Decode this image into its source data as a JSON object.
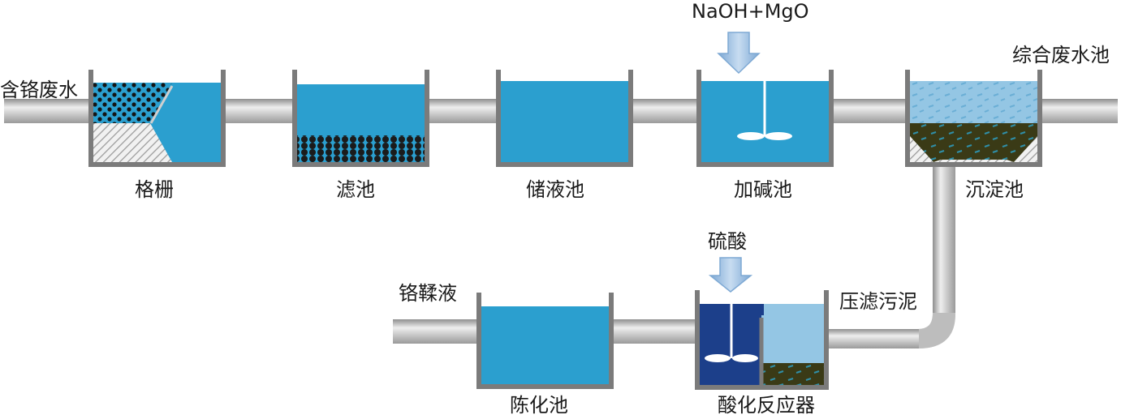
{
  "stages_top": {
    "grille": "格栅",
    "filter_tank": "滤池",
    "storage_tank": "储液池",
    "alkali_tank": "加碱池",
    "settling_tank": "沉淀池"
  },
  "stages_bottom": {
    "aging_tank": "陈化池",
    "acidification_reactor": "酸化反应器"
  },
  "streams": {
    "inlet": "含铬废水",
    "outlet_top": "综合废水池",
    "outlet_bottom": "铬鞣液",
    "sludge": "压滤污泥"
  },
  "reagents": {
    "alkali": "NaOH+MgO",
    "acid": "硫酸"
  },
  "colors": {
    "water": "#2b9fcf",
    "light_water": "#94c6e4",
    "dark_water": "#1c3f8a",
    "sludge": "#3a3a16",
    "pipe": "#b9b9b9",
    "tank_wall": "#7b7b7b",
    "arrow": "#a9c9e9"
  }
}
